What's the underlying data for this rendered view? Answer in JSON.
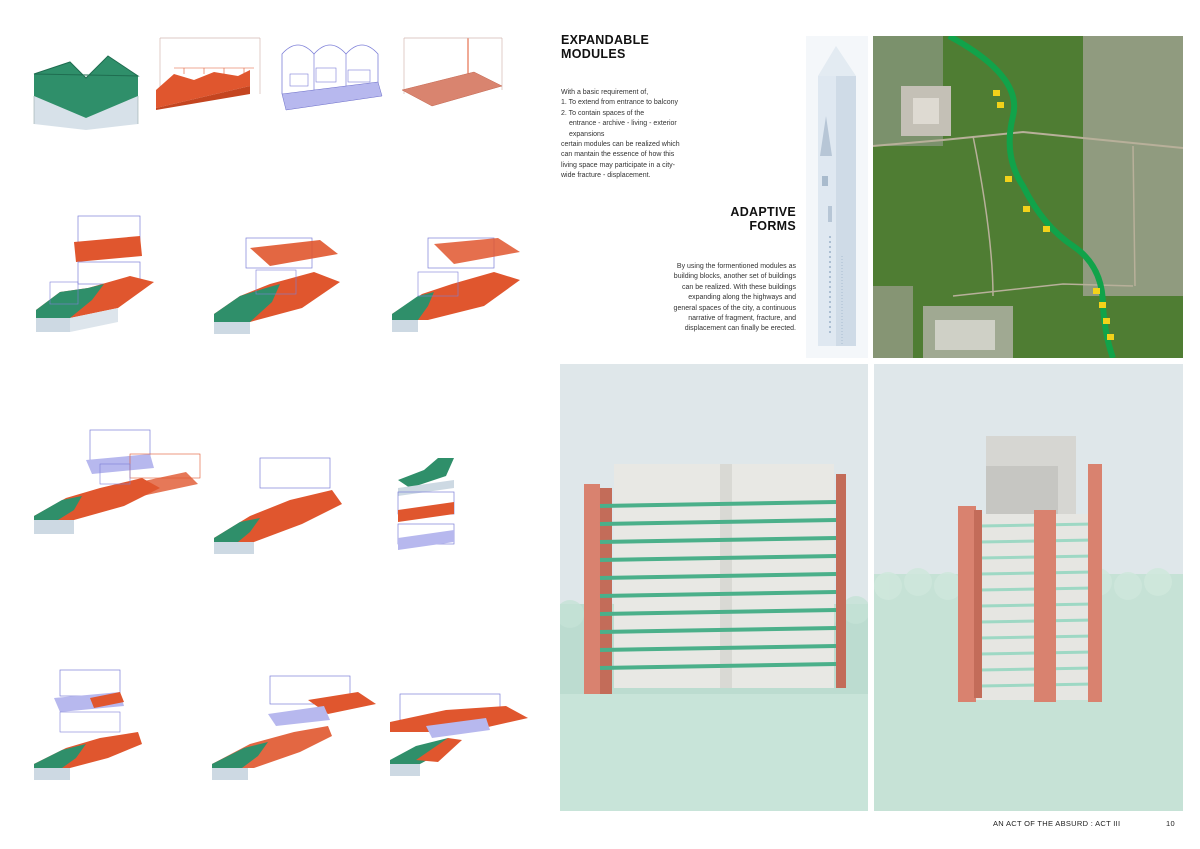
{
  "expandable": {
    "title_line1": "EXPANDABLE",
    "title_line2": "MODULES",
    "lines": [
      "With a basic requirement of,",
      "1. To extend from entrance to balcony",
      "2. To contain spaces of the",
      "entrance - archive - living - exterior",
      "expansions",
      "certain modules can be realized which",
      "can mantain the essence of how this",
      "living space may participate in a city-",
      "wide fracture - displacement."
    ]
  },
  "adaptive": {
    "title_line1": "ADAPTIVE",
    "title_line2": "FORMS",
    "lines": [
      "By using the formentioned modules as",
      "building blocks, another set of buildings",
      "can be realized. With these buildings",
      "expanding along the highways and",
      "general spaces of the city, a continuous",
      "narrative of fragment, fracture, and",
      "displacement can finally be erected."
    ]
  },
  "footer": {
    "title": "AN ACT OF THE ABSURD  :  ACT III",
    "page_number": "10"
  },
  "colors": {
    "green": "#2f8f6a",
    "red": "#e0562e",
    "blue": "#7d7fd8",
    "pink": "#d9846f",
    "ice": "#cdd9e3",
    "map_green": "#4f7d33",
    "highway": "#11a34a"
  }
}
